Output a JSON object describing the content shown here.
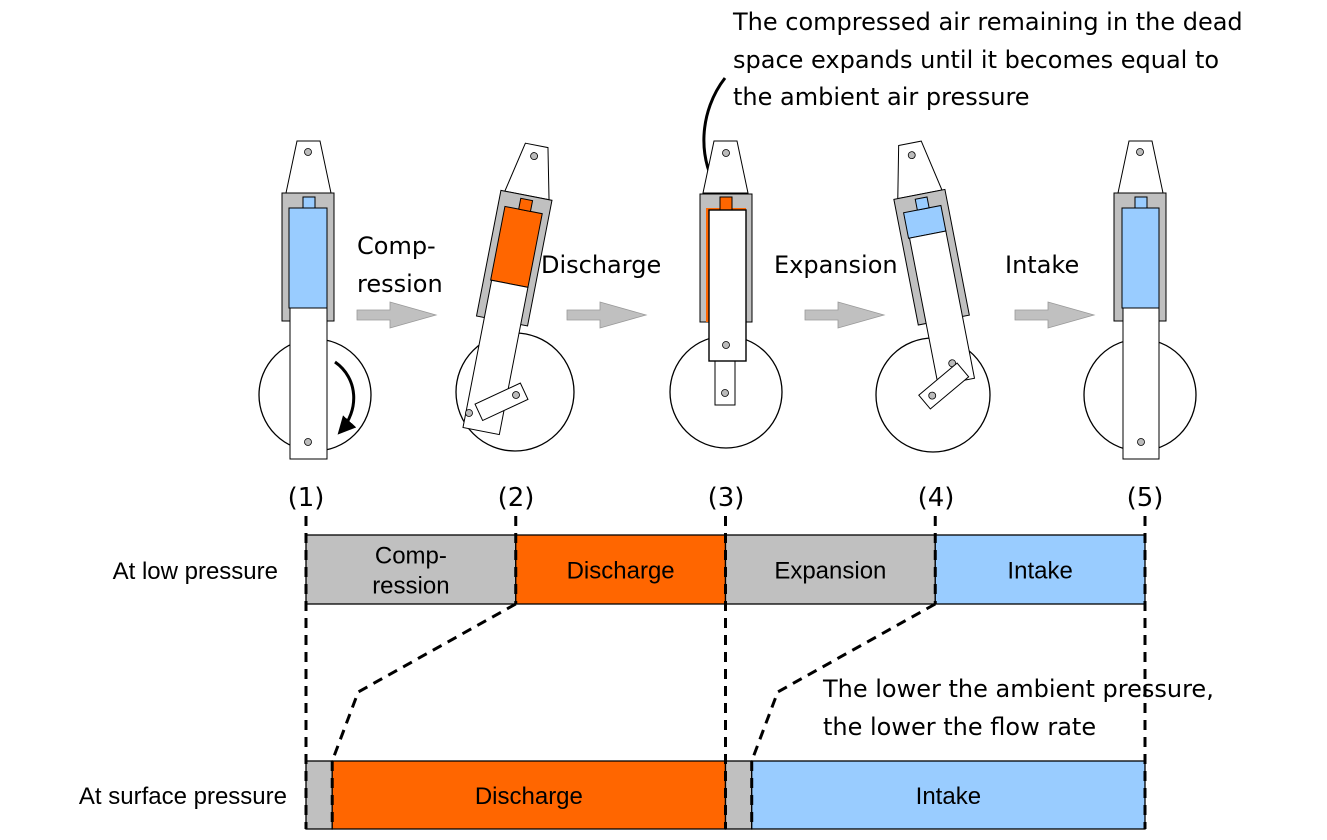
{
  "annotation_top": {
    "lines": [
      "The compressed air remaining in the dead",
      "space expands until it becomes equal to",
      "the ambient air pressure"
    ]
  },
  "annotation_red": {
    "lines": [
      "The lower the ambient pressure,",
      "the lower the flow rate"
    ],
    "color": "#ff0000"
  },
  "transitions": [
    {
      "lines": [
        "Comp-",
        "ression"
      ]
    },
    {
      "lines": [
        "Discharge"
      ]
    },
    {
      "lines": [
        "Expansion"
      ]
    },
    {
      "lines": [
        "Intake"
      ]
    }
  ],
  "stages": [
    {
      "label": "(1)",
      "chamber_state": "intake-air"
    },
    {
      "label": "(2)",
      "chamber_state": "compressed-air"
    },
    {
      "label": "(3)",
      "chamber_state": "dead-space"
    },
    {
      "label": "(4)",
      "chamber_state": "expanding-air"
    },
    {
      "label": "(5)",
      "chamber_state": "intake-air"
    }
  ],
  "rows": [
    {
      "label": "At low pressure",
      "segments": [
        {
          "lines": [
            "Comp-",
            "ression"
          ],
          "phase": "compression",
          "start": 0,
          "end": 1
        },
        {
          "lines": [
            "Discharge"
          ],
          "phase": "discharge",
          "start": 1,
          "end": 2
        },
        {
          "lines": [
            "Expansion"
          ],
          "phase": "expansion",
          "start": 2,
          "end": 3
        },
        {
          "lines": [
            "Intake"
          ],
          "phase": "intake",
          "start": 3,
          "end": 4
        }
      ]
    },
    {
      "label": "At surface pressure",
      "segments": [
        {
          "lines": [
            ""
          ],
          "phase": "compression",
          "start": 0,
          "end": 0.125
        },
        {
          "lines": [
            "Discharge"
          ],
          "phase": "discharge",
          "start": 0.125,
          "end": 2
        },
        {
          "lines": [
            ""
          ],
          "phase": "expansion",
          "start": 2,
          "end": 2.125
        },
        {
          "lines": [
            "Intake"
          ],
          "phase": "intake",
          "start": 2.125,
          "end": 4
        }
      ]
    }
  ],
  "colors": {
    "compression": "#c0c0c0",
    "discharge": "#ff6600",
    "expansion": "#c0c0c0",
    "intake": "#99ccff",
    "cylinder": "#c0c0c0",
    "arrow": "#c0c0c0"
  }
}
